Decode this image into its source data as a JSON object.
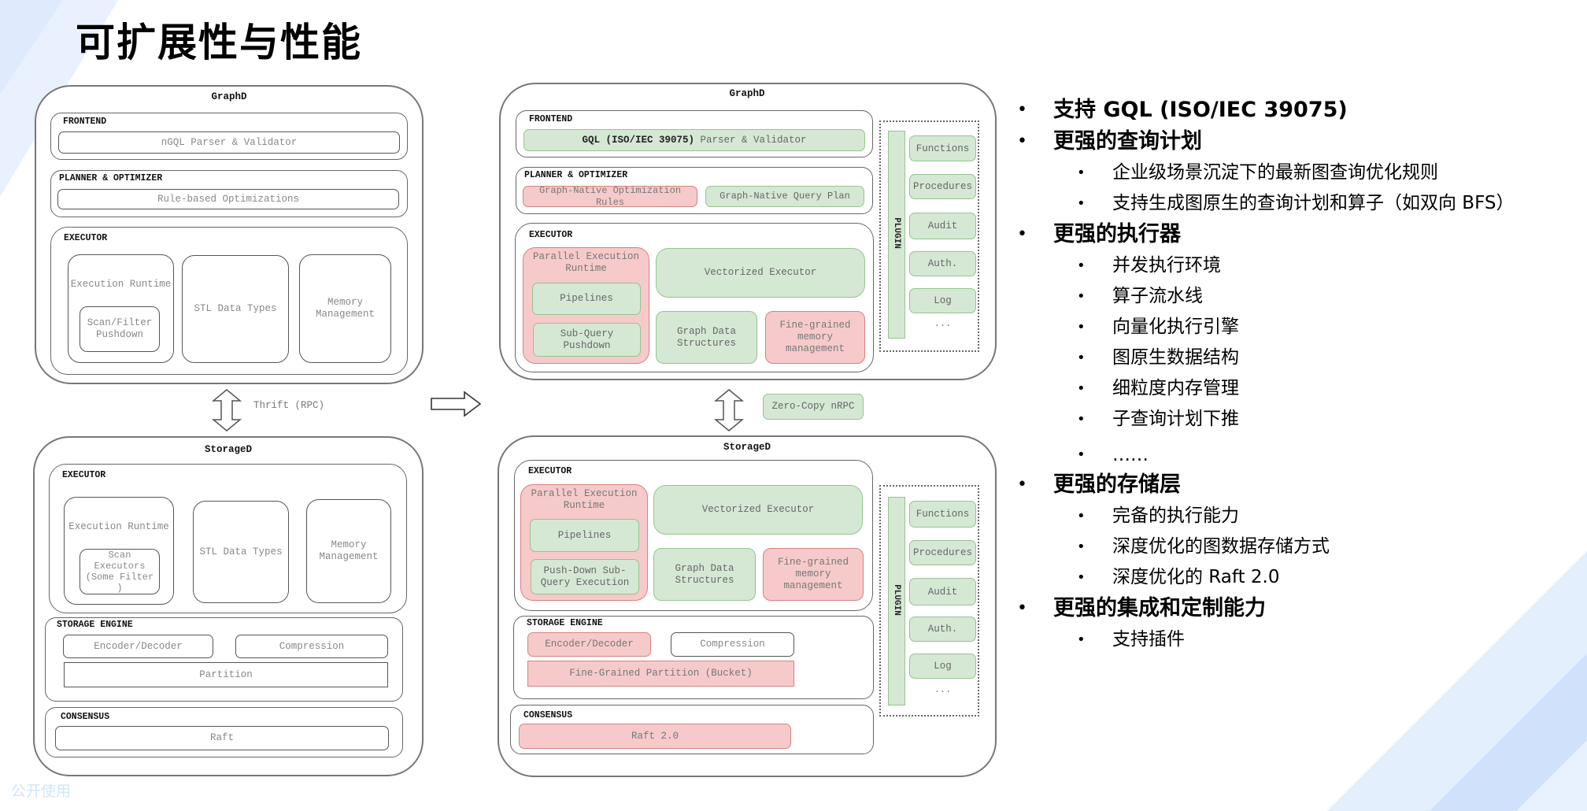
{
  "page": {
    "title": "可扩展性与性能",
    "watermark": "公开使用"
  },
  "old_arch": {
    "graphd": {
      "name": "GraphD",
      "frontend": {
        "label": "FRONTEND",
        "item": "nGQL Parser & Validator"
      },
      "planner": {
        "label": "PLANNER & OPTIMIZER",
        "item": "Rule-based Optimizations"
      },
      "executor": {
        "label": "EXECUTOR",
        "runtime": "Execution Runtime",
        "runtime_sub": "Scan/Filter Pushdown",
        "data_types": "STL Data Types",
        "memory": "Memory Management"
      }
    },
    "rpc": "Thrift (RPC)",
    "storaged": {
      "name": "StorageD",
      "executor": {
        "label": "EXECUTOR",
        "runtime": "Execution Runtime",
        "runtime_sub": "Scan Executors (Some Filter )",
        "data_types": "STL Data Types",
        "memory": "Memory Management"
      },
      "storage_engine": {
        "label": "STORAGE ENGINE",
        "encoder": "Encoder/Decoder",
        "compression": "Compression",
        "partition": "Partition"
      },
      "consensus": {
        "label": "CONSENSUS",
        "item": "Raft"
      }
    }
  },
  "new_arch": {
    "graphd": {
      "name": "GraphD",
      "frontend": {
        "label": "FRONTEND",
        "item_strong": "GQL (ISO/IEC 39075)",
        "item_rest": " Parser & Validator"
      },
      "planner": {
        "label": "PLANNER & OPTIMIZER",
        "rules": "Graph-Native Optimization Rules",
        "plan": "Graph-Native Query Plan"
      },
      "executor": {
        "label": "EXECUTOR",
        "runtime": "Parallel Execution Runtime",
        "pipelines": "Pipelines",
        "subquery": "Sub-Query Pushdown",
        "vectorized": "Vectorized Executor",
        "graph_ds": "Graph Data Structures",
        "memory": "Fine-grained memory management"
      },
      "plugin": {
        "label": "PLUGIN",
        "items": [
          "Functions",
          "Procedures",
          "Audit",
          "Auth.",
          "Log"
        ],
        "more": "..."
      }
    },
    "rpc": "Zero-Copy nRPC",
    "storaged": {
      "name": "StorageD",
      "executor": {
        "label": "EXECUTOR",
        "runtime": "Parallel Execution Runtime",
        "pipelines": "Pipelines",
        "subquery": "Push-Down Sub-Query Execution",
        "vectorized": "Vectorized Executor",
        "graph_ds": "Graph Data Structures",
        "memory": "Fine-grained memory management"
      },
      "storage_engine": {
        "label": "STORAGE ENGINE",
        "encoder": "Encoder/Decoder",
        "compression": "Compression",
        "partition": "Fine-Grained Partition (Bucket)"
      },
      "consensus": {
        "label": "CONSENSUS",
        "item": "Raft 2.0"
      },
      "plugin": {
        "label": "PLUGIN",
        "items": [
          "Functions",
          "Procedures",
          "Audit",
          "Auth.",
          "Log"
        ],
        "more": "..."
      }
    }
  },
  "colors": {
    "new_component_green": "#d5e8d4",
    "improved_component_red": "#f6caca"
  },
  "features": [
    {
      "text": "支持 GQL   (ISO/IEC 39075)",
      "sub": []
    },
    {
      "text": "更强的查询计划",
      "sub": [
        "企业级场景沉淀下的最新图查询优化规则",
        "支持生成图原生的查询计划和算子（如双向 BFS）"
      ]
    },
    {
      "text": "更强的执行器",
      "sub": [
        "并发执行环境",
        "算子流水线",
        "向量化执行引擎",
        "图原生数据结构",
        "细粒度内存管理",
        "子查询计划下推",
        "……"
      ]
    },
    {
      "text": "更强的存储层",
      "sub": [
        "完备的执行能力",
        "深度优化的图数据存储方式",
        "深度优化的 Raft 2.0"
      ]
    },
    {
      "text": "更强的集成和定制能力",
      "sub": [
        "支持插件"
      ]
    }
  ]
}
